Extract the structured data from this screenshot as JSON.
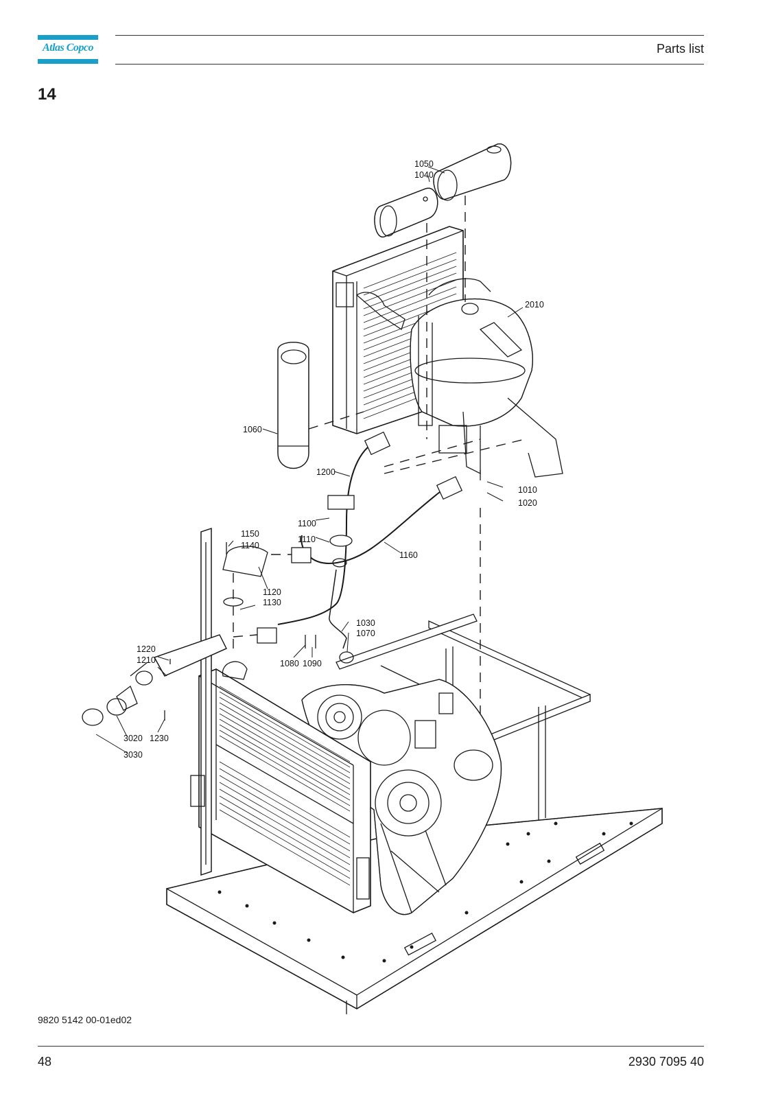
{
  "header": {
    "brand": "Atlas Copco",
    "title": "Parts list",
    "brand_color": "#1aa0c8"
  },
  "section": {
    "number": "14"
  },
  "callouts": [
    "1050",
    "1040",
    "2010",
    "1060",
    "1200",
    "1010",
    "1020",
    "1100",
    "1110",
    "1160",
    "1150",
    "1140",
    "1120",
    "1130",
    "1030",
    "1070",
    "1080",
    "1090",
    "1220",
    "1210",
    "3020",
    "1230",
    "3030"
  ],
  "footer": {
    "doc_reference": "9820 5142 00-01ed02",
    "page_number": "48",
    "document_number": "2930 7095 40"
  }
}
